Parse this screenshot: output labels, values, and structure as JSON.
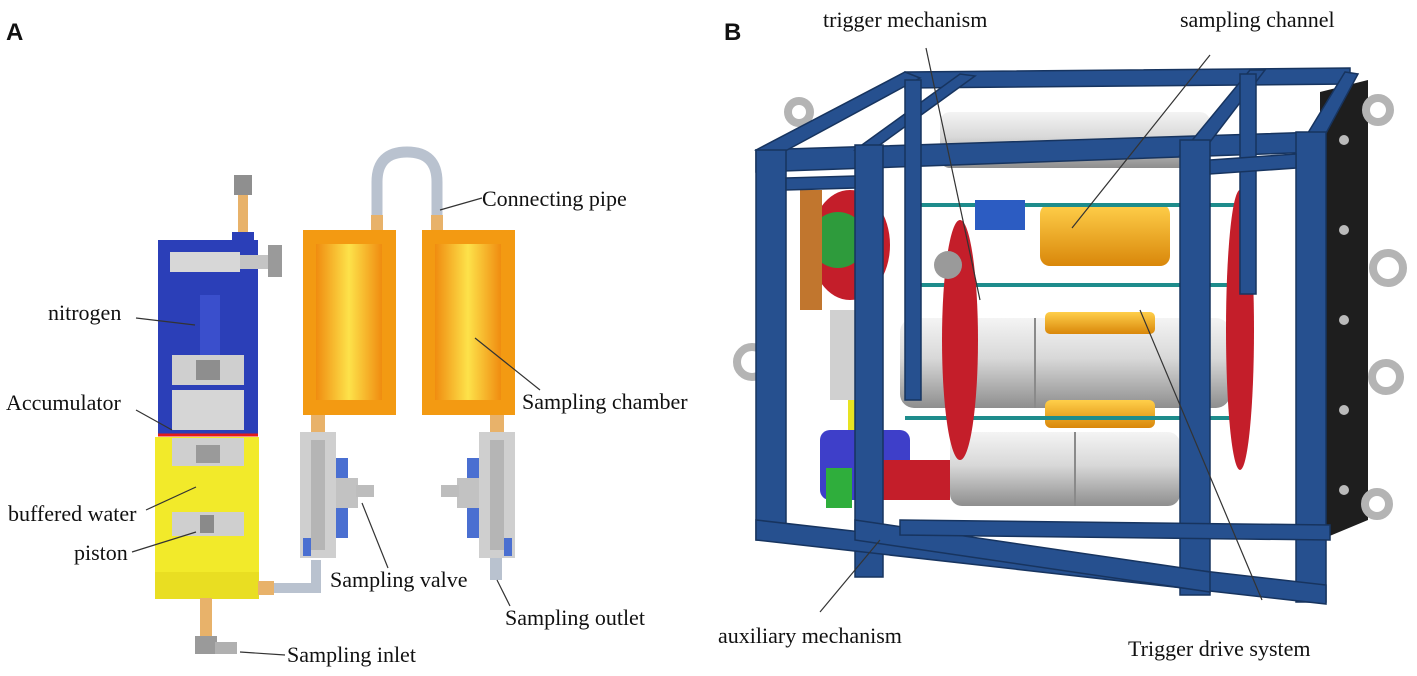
{
  "panels": {
    "a": "A",
    "b": "B"
  },
  "labels_a": {
    "connecting_pipe": "Connecting pipe",
    "nitrogen": "nitrogen",
    "accumulator": "Accumulator",
    "sampling_chamber": "Sampling chamber",
    "buffered_water": "buffered water",
    "piston": "piston",
    "sampling_valve": "Sampling valve",
    "sampling_outlet": "Sampling outlet",
    "sampling_inlet": "Sampling inlet"
  },
  "labels_b": {
    "trigger_mechanism": "trigger mechanism",
    "sampling_channel": "sampling channel",
    "auxiliary_mechanism": "auxiliary mechanism",
    "trigger_drive_system": "Trigger drive system"
  },
  "colors": {
    "accumulator_blue": "#2b3fb8",
    "buffer_yellow": "#f2ea2a",
    "chamber_orange": "#f39a12",
    "chamber_inner": "#fde24a",
    "frame_blue": "#26508f",
    "pipe_grey": "#b9c2cf",
    "metal_grey": "#cfcfcf",
    "copper": "#e8b26a"
  }
}
